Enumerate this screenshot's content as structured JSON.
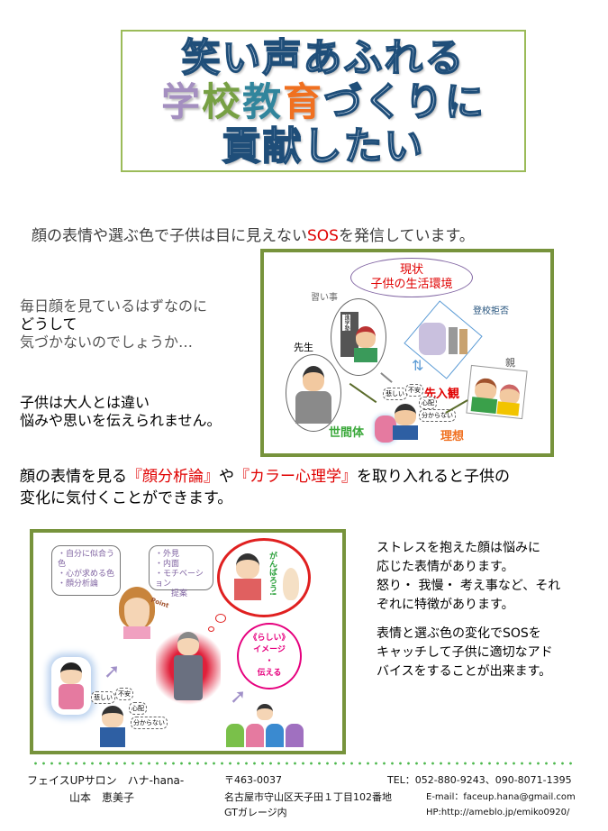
{
  "title": {
    "line1": "笑い声あふれる",
    "line2_chars": [
      "学",
      "校",
      "教",
      "育"
    ],
    "line2_rest": "づくりに",
    "line3": "貢献したい"
  },
  "intro": {
    "before": "顔の表情や選ぶ色で子供は目に見えない",
    "sos": "SOS",
    "after": "を発信しています。"
  },
  "left_text": {
    "line1": "毎日顔を見ているはずなのに",
    "line2": "どうして",
    "line3": "気づかないのでしょうか…",
    "line4": "子供は大人とは違い",
    "line5": "悩みや思いを伝えられません。"
  },
  "diagram": {
    "current_title": "現状",
    "current_sub": "子供の生活環境",
    "lessons": "習い事",
    "school_sign": "進学塾",
    "refusal": "登校拒否",
    "teacher": "先生",
    "parents": "親",
    "preconception": "先入観",
    "appearance": "世間体",
    "ideal": "理想",
    "worries": [
      "悲しい",
      "不安",
      "心配",
      "分からない"
    ]
  },
  "heading": {
    "p1": "顔の表情を見る",
    "r1": "『顔分析論』",
    "p2": "や",
    "r2": "『カラー心理学』",
    "p3": "を取り入れると子供の",
    "line2": "変化に気付くことができます。"
  },
  "illustration": {
    "bubble1": [
      "・自分に似合う色",
      "・心が求める色",
      "・顔分析論"
    ],
    "bubble2": [
      "・外見",
      "・内面",
      "・モチベーション",
      "提案"
    ],
    "point": "Point",
    "cheer": "がんばろう!",
    "image_bubble": [
      "《らしい》",
      "イメージ",
      "・",
      "伝える"
    ],
    "worries": [
      "悲しい",
      "不安",
      "心配",
      "分からない"
    ]
  },
  "right_text": {
    "p1": [
      "ストレスを抱えた顔は悩みに",
      "応じた表情があります。",
      "怒り・ 我慢・ 考え事など、それ",
      "ぞれに特徴があります。"
    ],
    "p2": [
      "表情と選ぶ色の変化でSOSを",
      "キャッチして子供に適切なアド",
      "バイスをすることが出来ます。"
    ]
  },
  "footer": {
    "salon": "フェイスUPサロン　ハナ-hana-",
    "name": "山本　恵美子",
    "postal": "〒463-0037",
    "address": "名古屋市守山区天子田１丁目102番地",
    "building": "GTガレージ内",
    "tel": "TEL：052-880-9243、090-8071-1395",
    "email": "E-mail：faceup.hana@gmail.com",
    "hp": "HP:http://ameblo.jp/emiko0920/"
  },
  "colors": {
    "frame": "#77933c",
    "title_border": "#9bbb59",
    "red": "#e00000",
    "purple": "#8064a2",
    "magenta": "#e6007e"
  }
}
